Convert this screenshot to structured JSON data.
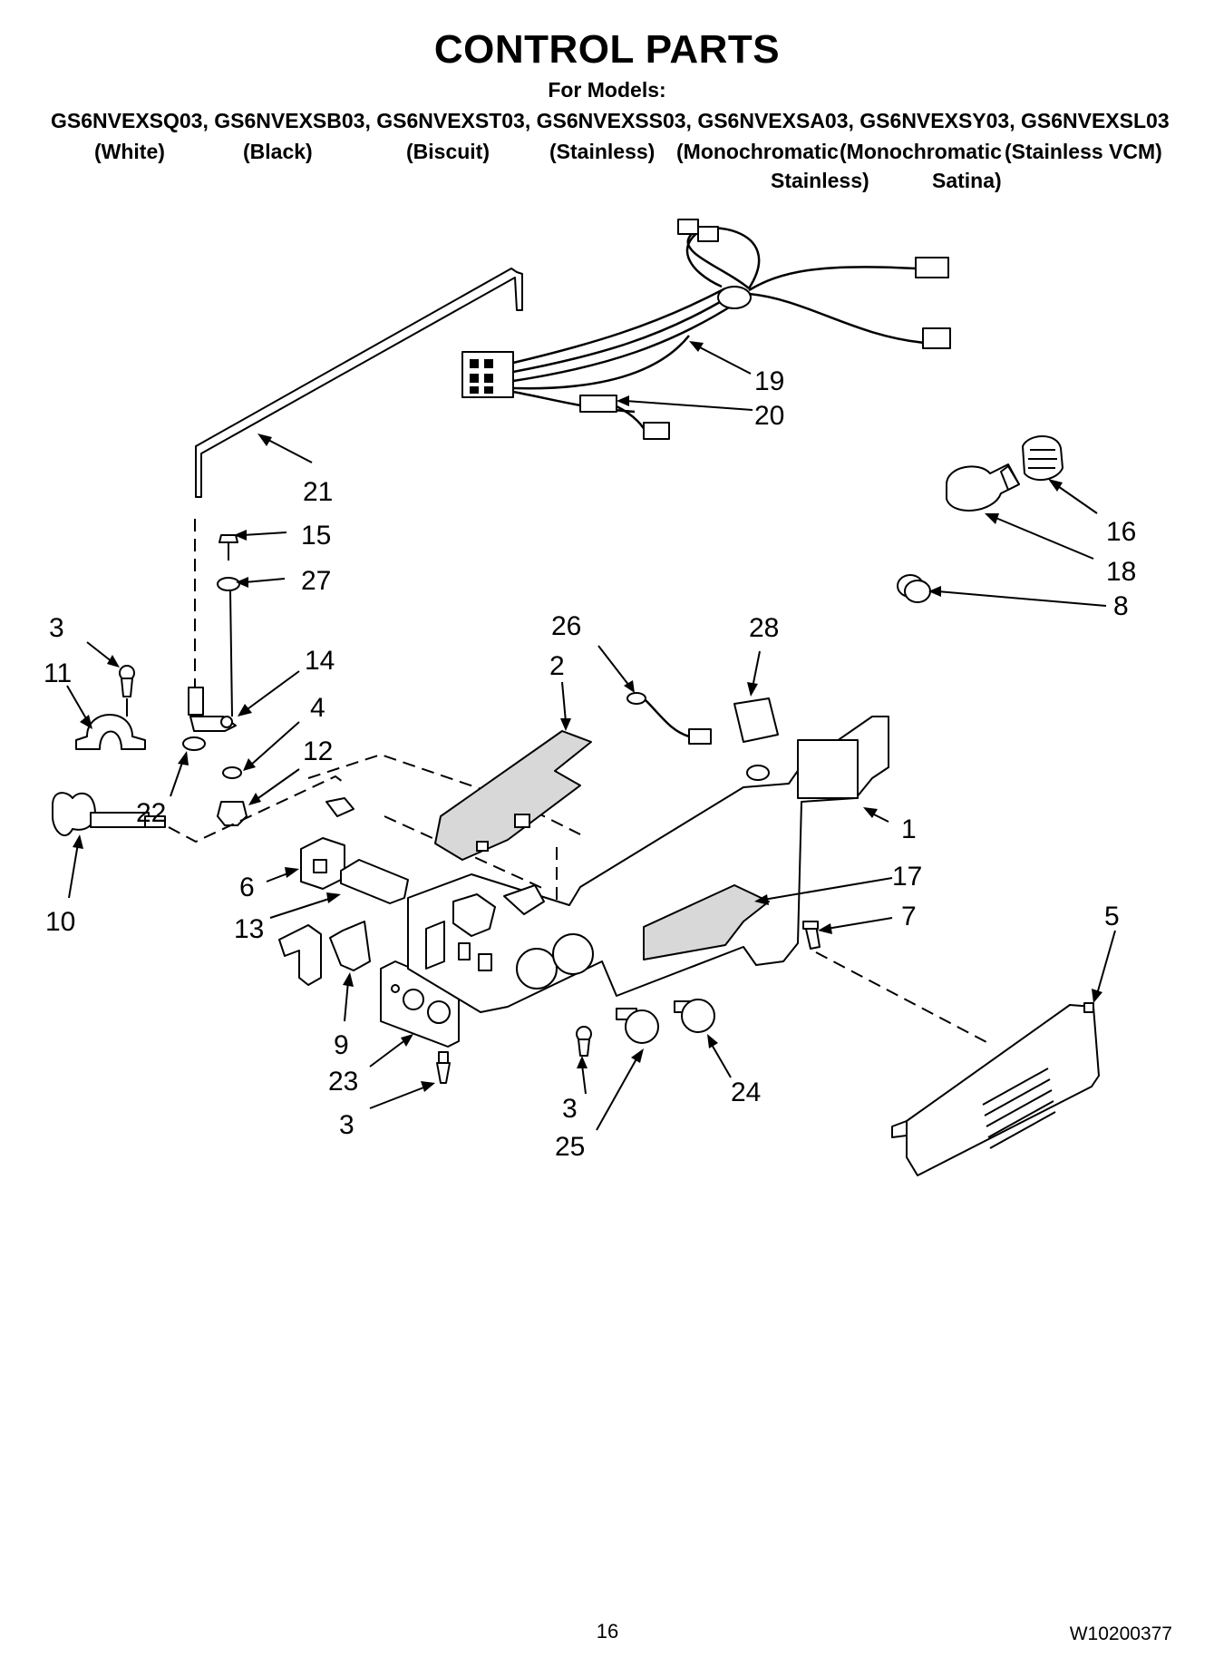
{
  "title": "CONTROL PARTS",
  "subtitle": "For Models:",
  "models_line": "GS6NVEXSQ03, GS6NVEXSB03, GS6NVEXST03, GS6NVEXSS03, GS6NVEXSA03, GS6NVEXSY03, GS6NVEXSL03",
  "colors": [
    "(White)",
    "(Black)",
    "(Biscuit)",
    "(Stainless)",
    "(Monochromatic",
    "(Monochromatic",
    "(Stainless VCM)"
  ],
  "colors_line2": [
    "Stainless)",
    "Satina)"
  ],
  "callouts": [
    "21",
    "15",
    "27",
    "14",
    "4",
    "12",
    "22",
    "3",
    "11",
    "10",
    "6",
    "13",
    "9",
    "23",
    "3",
    "19",
    "20",
    "16",
    "18",
    "8",
    "26",
    "2",
    "28",
    "1",
    "17",
    "7",
    "5",
    "24",
    "3",
    "25"
  ],
  "page_number": "16",
  "document_number": "W10200377"
}
